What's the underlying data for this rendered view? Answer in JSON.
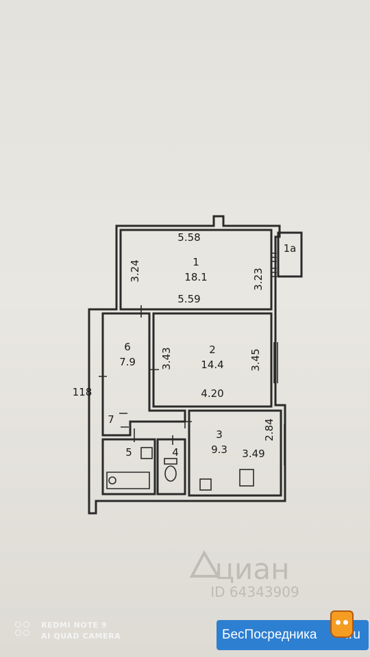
{
  "rooms": [
    {
      "number": "1",
      "area": "18.1",
      "dims": [
        "5.58",
        "5.59",
        "3.24",
        "3.23"
      ]
    },
    {
      "number": "2",
      "area": "14.4",
      "dims": [
        "3.43",
        "3.45",
        "4.20"
      ]
    },
    {
      "number": "3",
      "area": "9.3",
      "dims": [
        "2.84",
        "3.49"
      ]
    },
    {
      "number": "4"
    },
    {
      "number": "5"
    },
    {
      "number": "6",
      "area": "7.9"
    },
    {
      "number": "7"
    }
  ],
  "balcony_label": "1a",
  "side_label": "118",
  "watermark": {
    "brand": "циан",
    "id": "ID 64343909"
  },
  "camera": {
    "line1": "REDMI NOTE 9",
    "line2": "AI QUAD CAMERA"
  },
  "badge": {
    "main": "БесПосредника",
    "tld": ".ru"
  },
  "colors": {
    "paper": "#e6e4de",
    "ink": "#2a2a2a",
    "badge": "#2d7fd1"
  }
}
